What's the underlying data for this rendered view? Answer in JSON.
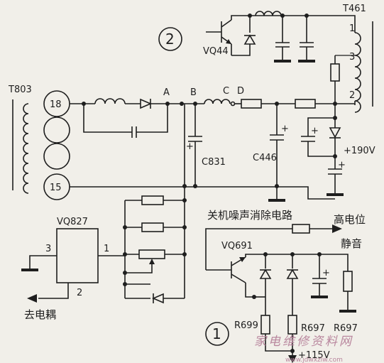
{
  "labels": {
    "t461": "T461",
    "t461_pin1": "1",
    "t461_pin3": "3",
    "t461_pin2": "2",
    "circle2": "2",
    "vq44": "VQ44",
    "t803": "T803",
    "t803_pin18": "18",
    "t803_pin15": "15",
    "node_a": "A",
    "node_b": "B",
    "node_c": "C",
    "node_d": "D",
    "c831": "C831",
    "c446": "C446",
    "v190": "+190V",
    "vq827": "VQ827",
    "vq827_pin3": "3",
    "vq827_pin1": "1",
    "vq827_pin2": "2",
    "to_coupler": "去电耦",
    "mute_circuit": "关机噪声消除电路",
    "high_mute_1": "高电位",
    "high_mute_2": "静音",
    "vq691": "VQ691",
    "r699": "R699",
    "r697a": "R697",
    "r697b": "R697",
    "v115": "+115V",
    "circle1": "1",
    "plus": "+"
  },
  "watermark": {
    "text": "家电维修资料网",
    "url": "www.jdwxzlw.com"
  },
  "colors": {
    "ink": "#1e1e1e",
    "paper": "#f1efe9",
    "watermark": "#b9879e"
  }
}
